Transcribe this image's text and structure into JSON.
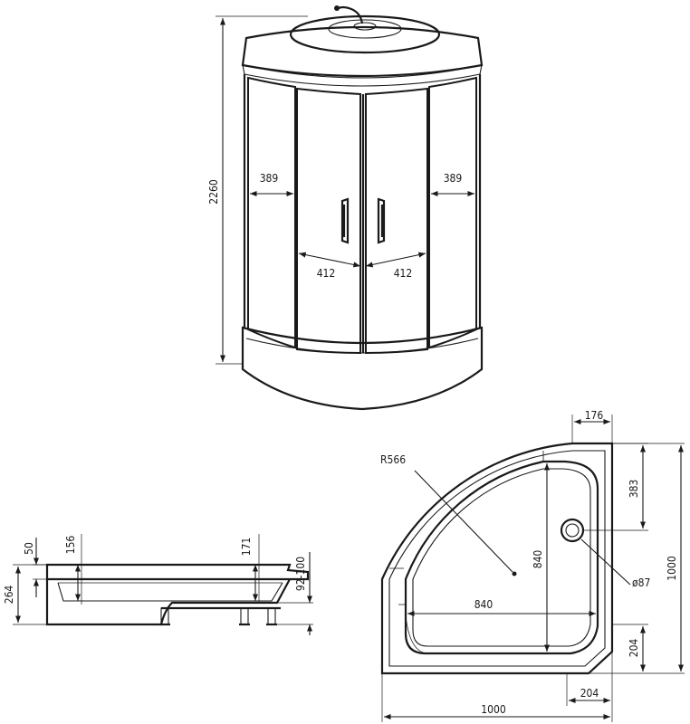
{
  "diagram": {
    "cabin": {
      "height_label": "2260",
      "side_panel_width_left": "389",
      "side_panel_width_right": "389",
      "door_width_left": "412",
      "door_width_right": "412"
    },
    "tray_side": {
      "total_height": "264",
      "rim_height": "50",
      "inner_offset_left": "156",
      "inner_offset_right": "171",
      "leg_adjust": "92-100"
    },
    "tray_plan": {
      "radius": "R566",
      "top_offset": "176",
      "drain_offset": "383",
      "overall_height": "1000",
      "inner_height": "840",
      "inner_width": "840",
      "drain_diameter": "ø87",
      "corner_vertical": "204",
      "corner_horizontal": "204",
      "overall_width": "1000"
    }
  }
}
